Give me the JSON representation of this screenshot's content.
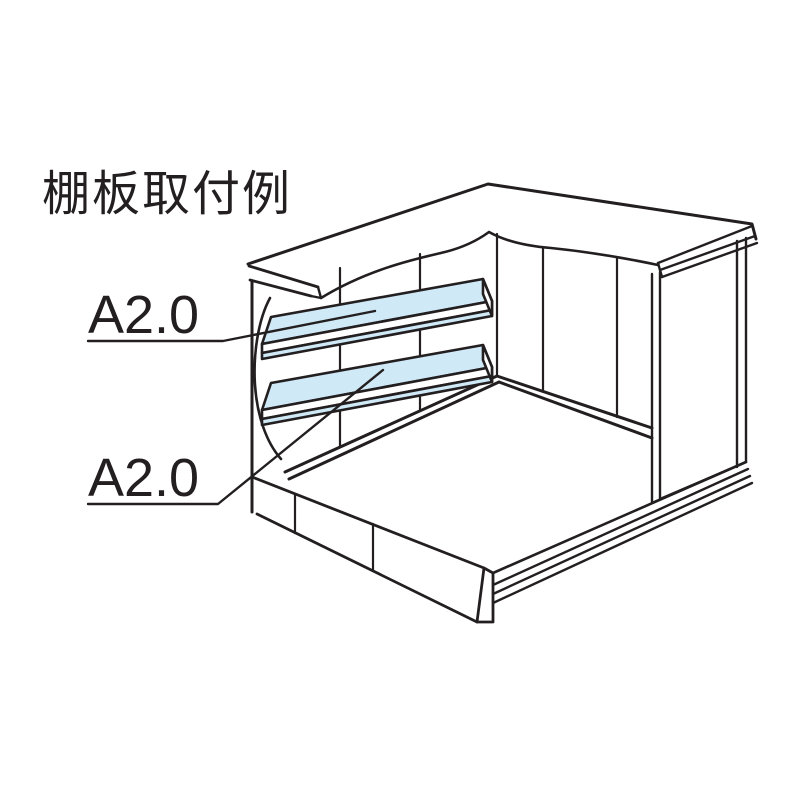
{
  "diagram": {
    "title": "棚板取付例",
    "labels": {
      "shelf_top": "A2.0",
      "shelf_bottom": "A2.0"
    },
    "colors": {
      "line": "#231f20",
      "shelf_fill": "#d0e9f7",
      "face_white": "#ffffff",
      "background": "#ffffff"
    }
  }
}
